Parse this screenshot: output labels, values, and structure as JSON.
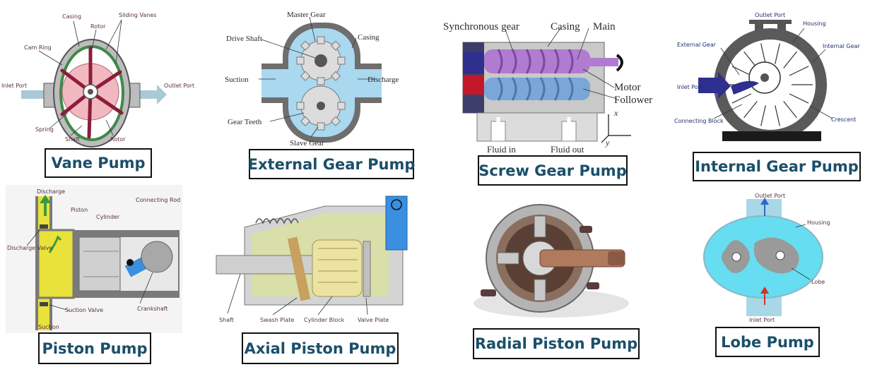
{
  "panels": {
    "vane": {
      "caption": "Vane Pump",
      "labels": {
        "casing": "Casing",
        "rotor": "Rotor",
        "sliding_vanes": "Sliding Vanes",
        "cam_ring": "Cam Ring",
        "inlet_port": "Inlet Port",
        "outlet_port": "Outlet Port",
        "spring": "Spring",
        "shaft": "Shaft",
        "rotor_bottom": "Rotor"
      }
    },
    "external_gear": {
      "caption": "External Gear Pump",
      "labels": {
        "master_gear": "Master Gear",
        "drive_shaft": "Drive Shaft",
        "casing": "Casing",
        "suction": "Suction",
        "discharge": "Discharge",
        "gear_teeth": "Gear Teeth",
        "slave_gear": "Slave Gear"
      }
    },
    "screw_gear": {
      "caption": "Screw Gear Pump",
      "labels": {
        "synchronous_gear": "Synchronous gear",
        "casing": "Casing",
        "main": "Main",
        "motor": "Motor",
        "follower": "Follower",
        "fluid_in": "Fluid in",
        "fluid_out": "Fluid out",
        "axis_x": "x",
        "axis_y": "y"
      }
    },
    "internal_gear": {
      "caption": "Internal Gear Pump",
      "labels": {
        "outlet_port": "Outlet Port",
        "external_gear": "External Gear",
        "housing": "Housing",
        "internal_gear": "Internal Gear",
        "inlet_port": "Inlet Port",
        "crescent": "Crescent",
        "connecting_block": "Connecting Block"
      }
    },
    "piston": {
      "caption": "Piston Pump",
      "labels": {
        "discharge": "Discharge",
        "piston": "Piston",
        "connecting_rod": "Connecting Rod",
        "cylinder": "Cylinder",
        "discharge_valve": "Discharge Valve",
        "suction_valve": "Suction Valve",
        "crankshaft": "Crankshaft",
        "suction": "Suction"
      }
    },
    "axial_piston": {
      "caption": "Axial Piston Pump",
      "labels": {
        "shaft": "Shaft",
        "swash_plate": "Swash Plate",
        "cylinder_block": "Cylinder Block",
        "valve_plate": "Valve Plate"
      }
    },
    "radial_piston": {
      "caption": "Radial Piston Pump"
    },
    "lobe": {
      "caption": "Lobe Pump",
      "labels": {
        "outlet_port": "Outlet Port",
        "housing": "Housing",
        "lobe": "Lobe",
        "inlet_port": "Inlet Port"
      }
    }
  },
  "colors": {
    "caption_text": "#1b4f6a",
    "caption_border": "#111111",
    "vane_rotor": "#f2b8c0",
    "vane_cam": "#3f8a4a",
    "gear_fluid": "#9fd6ee",
    "screw_main": "#b07bd0",
    "screw_follower": "#7aa7d8",
    "piston_yellow": "#e8e23a",
    "piston_arrow": "#3c9a3c",
    "axial_green": "#d8dfa8",
    "axial_blue": "#3a8fe0",
    "lobe_fluid": "#66ddf0",
    "lobe_rotor": "#9a9a9a",
    "internal_inlet": "#2e2f8e"
  }
}
